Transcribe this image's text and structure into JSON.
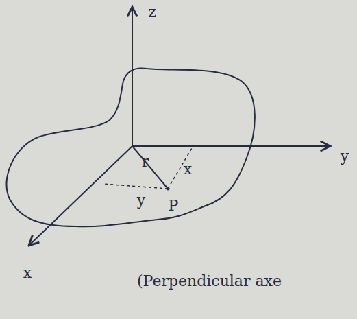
{
  "diagram": {
    "labels": [
      "z",
      "y",
      "x",
      "r",
      "x",
      "y",
      "P",
      "(Perpendicular axe"
    ]
  }
}
